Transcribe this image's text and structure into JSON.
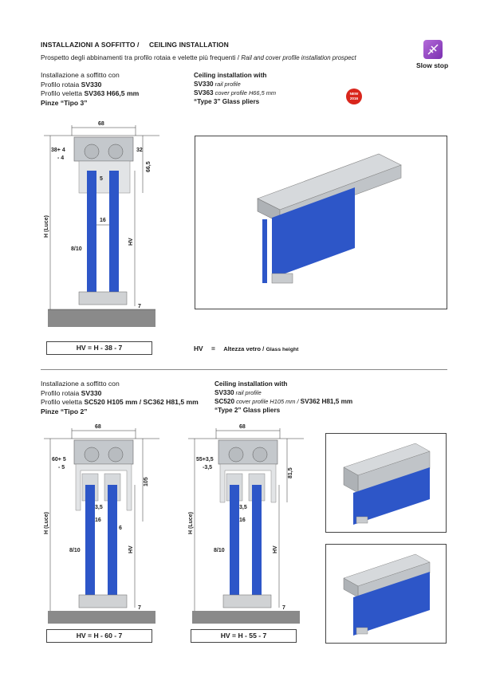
{
  "header": {
    "title_it": "INSTALLAZIONI A SOFFITTO /",
    "title_en": "CEILING INSTALLATION",
    "subtitle_it": "Prospetto degli abbinamenti tra profilo rotaia e velette più frequenti /",
    "subtitle_en": "Rail and cover profile installation prospect"
  },
  "brand": {
    "label": "Slow stop",
    "icon": "slow-stop-icon"
  },
  "section1": {
    "it_line1": "Installazione a soffitto con",
    "it_line2_a": "Profilo rotaia ",
    "it_line2_b": "SV330",
    "it_line3_a": "Profilo veletta ",
    "it_line3_b": "SV363 H66,5 mm",
    "it_line4": "Pinze “Tipo 3”",
    "en_line1": "Ceiling installation with",
    "en_line2_a": "SV330",
    "en_line2_b": " rail profile",
    "en_line3_a": "SV363",
    "en_line3_b": " cover profile H66,5 mm",
    "en_line4": "“Type 3” Glass pliers",
    "badge_line1": "NEW",
    "badge_line2": "2016",
    "dims": {
      "width": "68",
      "height_left_a": "38+ 4",
      "height_left_b": "- 4",
      "d32": "32",
      "d665": "66,5",
      "d5": "5",
      "d16": "16",
      "d810": "8/10",
      "hv": "HV",
      "hluce": "H (Luce)",
      "d7": "7"
    },
    "formula": "HV = H - 38 - 7",
    "legend_a": "HV",
    "legend_b": "=",
    "legend_c": "Altezza vetro /",
    "legend_d": "Glass height"
  },
  "section2": {
    "it_line1": "Installazione a soffitto con",
    "it_line2_a": "Profilo rotaia ",
    "it_line2_b": "SV330",
    "it_line3_a": "Profilo veletta ",
    "it_line3_b": "SC520 H105 mm / SC362 H81,5 mm",
    "it_line4": "Pinze “Tipo 2”",
    "en_line1": "Ceiling installation with",
    "en_line2_a": "SV330",
    "en_line2_b": " rail profile",
    "en_line3_a": "SC520",
    "en_line3_b": " cover profile H105 mm / ",
    "en_line3_c": "SV362 H81,5 mm",
    "en_line4": "“Type 2” Glass pliers",
    "left": {
      "width": "68",
      "ha": "60+ 5",
      "hb": "- 5",
      "d105": "105",
      "d35": "3,5",
      "d16": "16",
      "d6": "6",
      "d810": "8/10",
      "hv": "HV",
      "hluce": "H (Luce)",
      "d7": "7",
      "formula": "HV = H - 60 - 7"
    },
    "right": {
      "width": "68",
      "ha": "55+3,5",
      "hb": "-3,5",
      "d815": "81,5",
      "d35": "3,5",
      "d16": "16",
      "d810": "8/10",
      "hv": "HV",
      "hluce": "H (Luce)",
      "d7": "7",
      "formula": "HV = H - 55 - 7"
    }
  },
  "colors": {
    "glass": "#2d56c8",
    "aluminium": "#c4c8cc",
    "floor": "#8a8a8a",
    "badge": "#d9261c",
    "brand": "#8a3fc0"
  }
}
